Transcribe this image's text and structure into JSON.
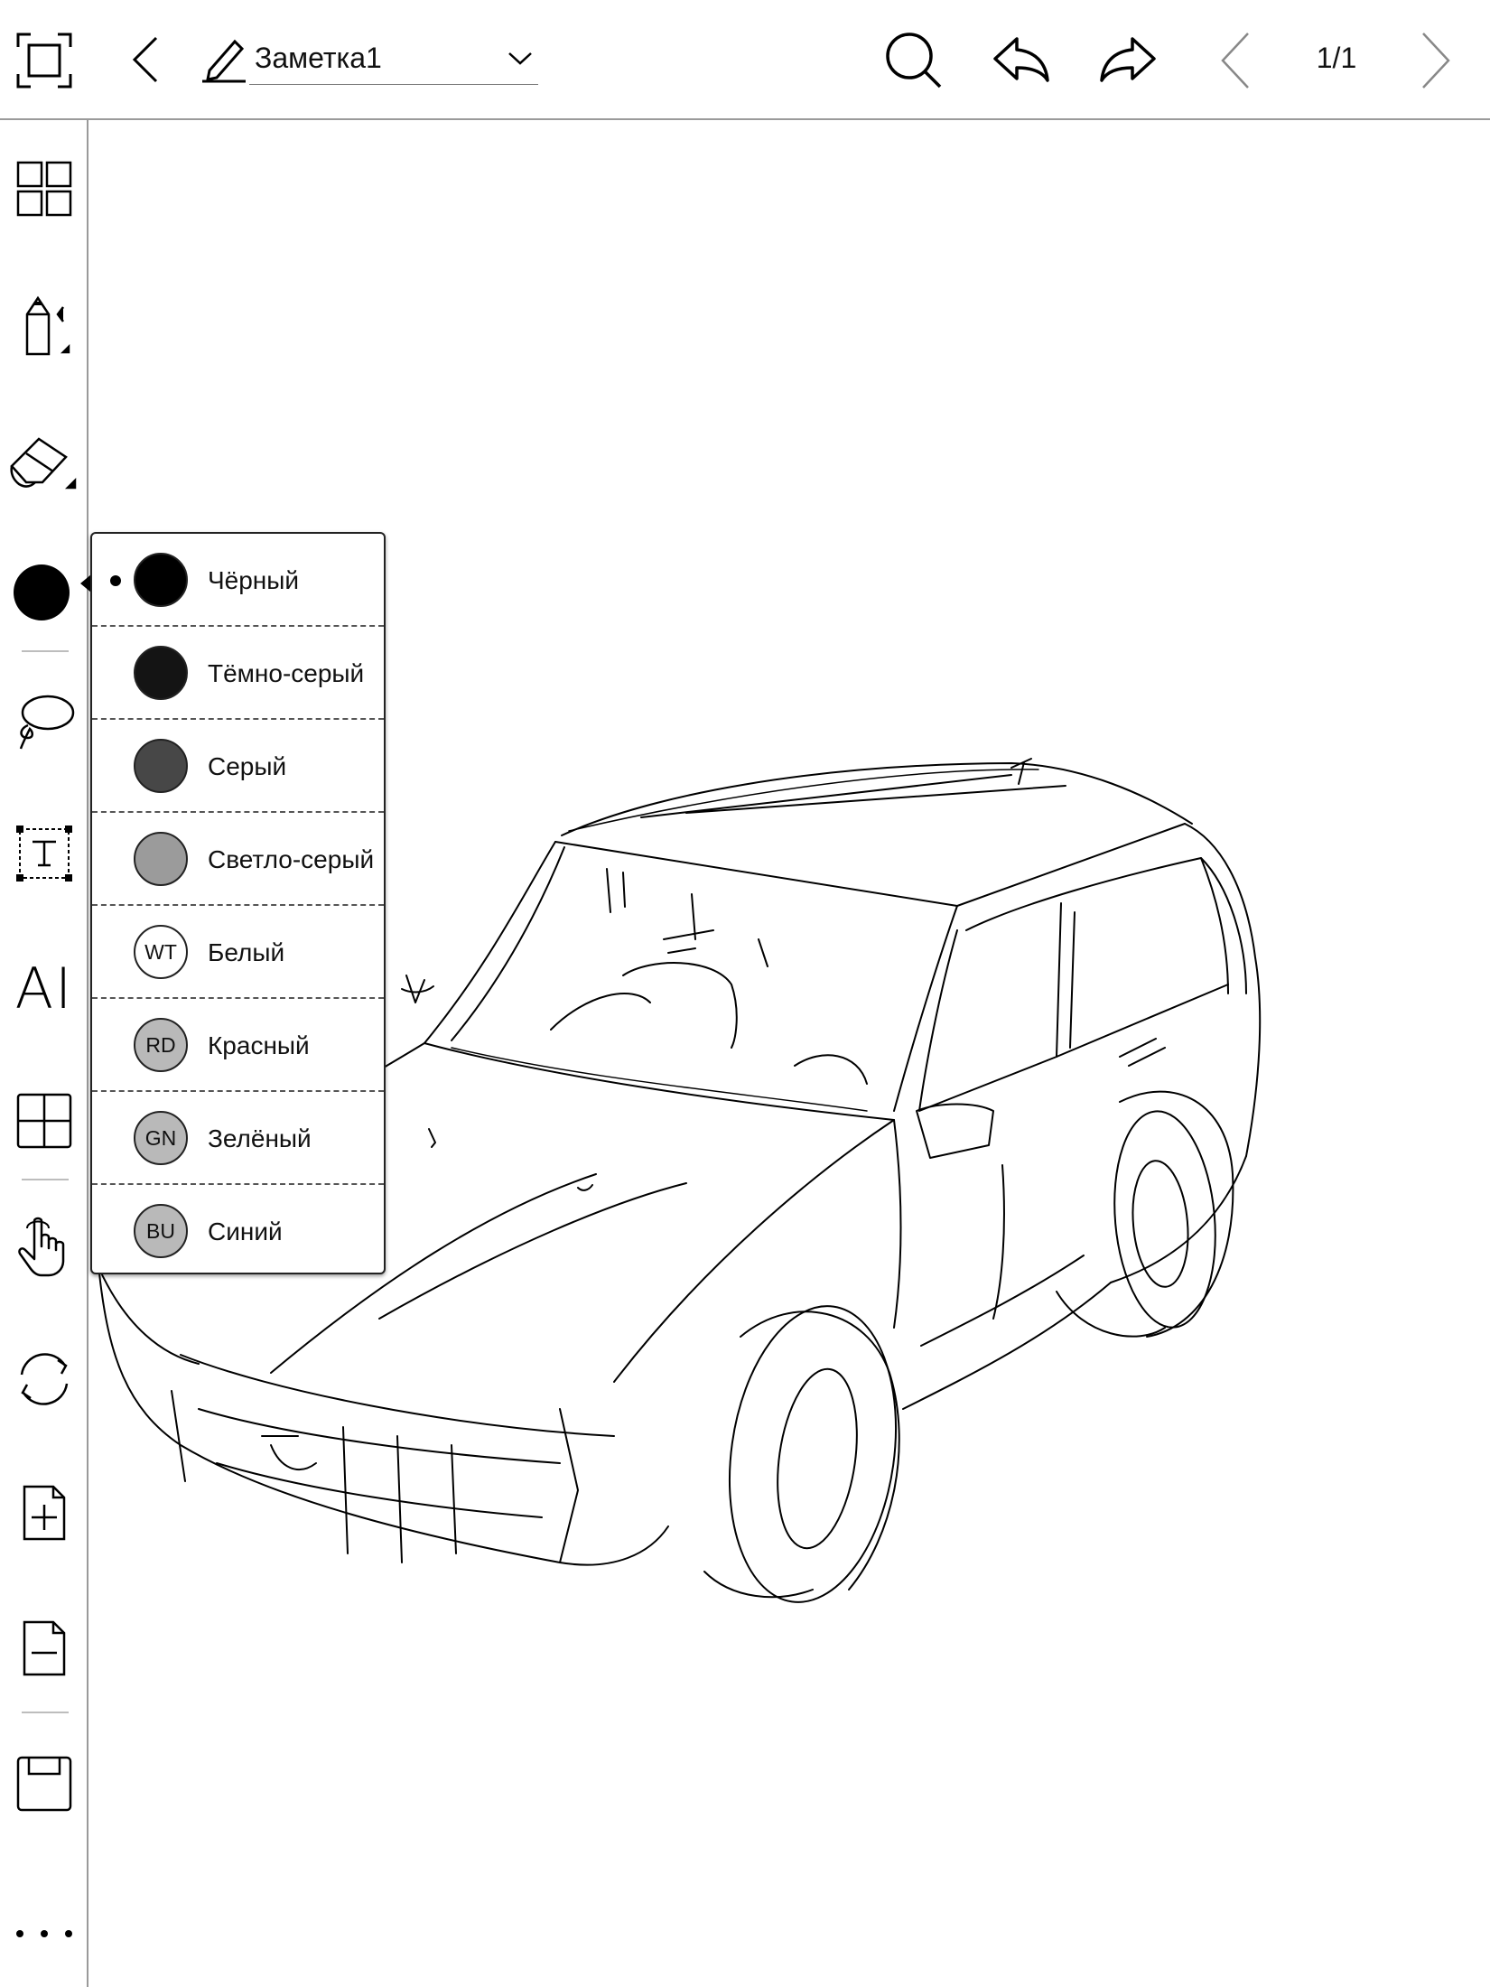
{
  "header": {
    "title": "Заметка1",
    "page_indicator": "1/1"
  },
  "icons": {
    "fullscreen": "fullscreen-icon",
    "back": "back-arrow-icon",
    "edit_title": "pencil-icon",
    "title_dropdown": "chevron-down-icon",
    "search": "search-icon",
    "undo": "undo-icon",
    "redo": "redo-icon",
    "prev_page": "chevron-left-icon",
    "next_page": "chevron-right-icon"
  },
  "sidebar": {
    "items": [
      {
        "name": "grid-view-icon"
      },
      {
        "name": "pen-icon"
      },
      {
        "name": "eraser-icon"
      },
      {
        "name": "color-icon"
      },
      {
        "name": "lasso-icon"
      },
      {
        "name": "text-box-icon"
      },
      {
        "name": "ai-icon",
        "label": "AI"
      },
      {
        "name": "template-icon"
      },
      {
        "name": "hand-touch-icon"
      },
      {
        "name": "refresh-icon"
      },
      {
        "name": "add-page-icon"
      },
      {
        "name": "remove-page-icon"
      },
      {
        "name": "save-icon"
      },
      {
        "name": "more-icon"
      }
    ]
  },
  "color_popup": {
    "selected_index": 0,
    "colors": [
      {
        "label": "Чёрный",
        "swatch": "#000000",
        "code": ""
      },
      {
        "label": "Тёмно-серый",
        "swatch": "#141414",
        "code": ""
      },
      {
        "label": "Серый",
        "swatch": "#474747",
        "code": ""
      },
      {
        "label": "Светло-серый",
        "swatch": "#9b9b9b",
        "code": ""
      },
      {
        "label": "Белый",
        "swatch": "#ffffff",
        "code": "WT"
      },
      {
        "label": "Красный",
        "swatch": "#b9b9b9",
        "code": "RD"
      },
      {
        "label": "Зелёный",
        "swatch": "#b9b9b9",
        "code": "GN"
      },
      {
        "label": "Синий",
        "swatch": "#b9b9b9",
        "code": "BU"
      }
    ]
  },
  "theme": {
    "divider": "#9a9a9a",
    "ink": "#000000"
  }
}
